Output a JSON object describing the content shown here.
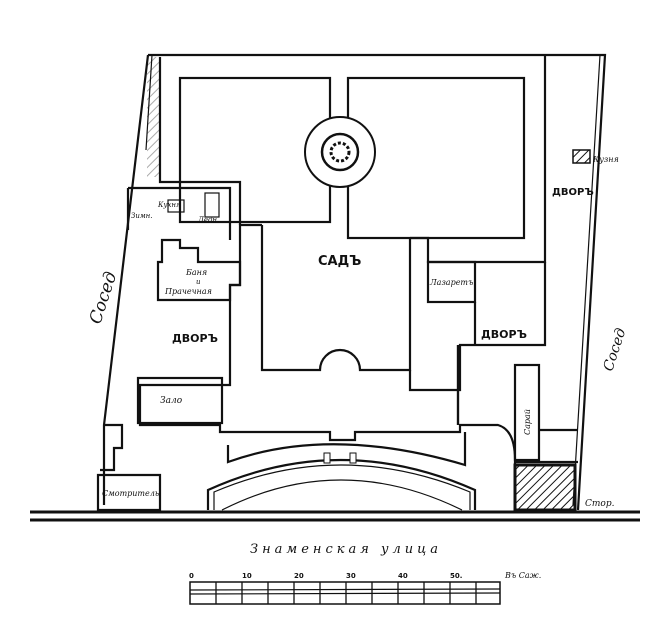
{
  "plan": {
    "street": "Знаменская улица",
    "labels": {
      "garden": "САДЪ",
      "yard_left": "ДВОРЪ",
      "yard_right_top": "ДВОРЪ",
      "yard_right_mid": "ДВОРЪ",
      "neighbor_left": "Сосед",
      "neighbor_right": "Сосед",
      "smithy": "Кузня",
      "infirmary": "Лазаретъ",
      "bath": "Баня",
      "bath_and": "и",
      "laundry": "Прачечная",
      "hall": "Зало",
      "lodge": "Смотритель",
      "stable": "Сарай",
      "guard": "Стор.",
      "kitchen": "Кухня",
      "winter": "Зимн.",
      "cellar": "Ледн."
    },
    "scale": {
      "ticks": [
        "0",
        "10",
        "20",
        "30",
        "40",
        "50."
      ],
      "unit": "Въ Саж."
    },
    "colors": {
      "ink": "#111111",
      "paper": "#ffffff"
    }
  }
}
